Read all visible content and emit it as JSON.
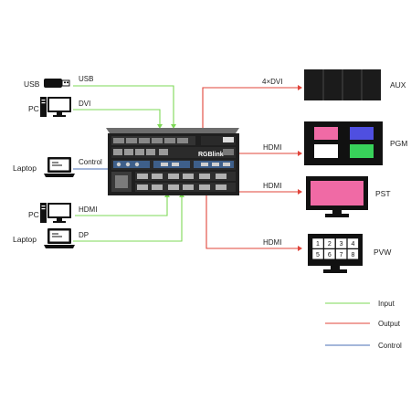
{
  "sources": {
    "usb": {
      "device": "USB",
      "connection": "USB"
    },
    "pc_dvi": {
      "device": "PC",
      "connection": "DVI"
    },
    "laptop_control": {
      "device": "Laptop",
      "connection": "Control"
    },
    "pc_hdmi": {
      "device": "PC",
      "connection": "HDMI"
    },
    "laptop_dp": {
      "device": "Laptop",
      "connection": "DP"
    }
  },
  "switcher": {
    "brand": "RGBlink"
  },
  "outputs": {
    "aux": {
      "label": "AUX",
      "connection": "4×DVI"
    },
    "pgm": {
      "label": "PGM",
      "connection": "HDMI"
    },
    "pst": {
      "label": "PST",
      "connection": "HDMI"
    },
    "pvw": {
      "label": "PVW",
      "connection": "HDMI",
      "grid": [
        "1",
        "2",
        "3",
        "4",
        "5",
        "6",
        "7",
        "8"
      ]
    }
  },
  "legend": [
    {
      "label": "Input",
      "color": "#7ed957"
    },
    {
      "label": "Output",
      "color": "#e0443a"
    },
    {
      "label": "Control",
      "color": "#4a6fb5"
    }
  ],
  "colors": {
    "input": "#7ed957",
    "output": "#e0443a",
    "control": "#4a6fb5",
    "pgm_pink": "#f06aa5",
    "pgm_blue": "#4f4fe0",
    "pgm_white": "#ffffff",
    "pgm_green": "#38d15a",
    "pst_pink": "#f06aa5"
  }
}
